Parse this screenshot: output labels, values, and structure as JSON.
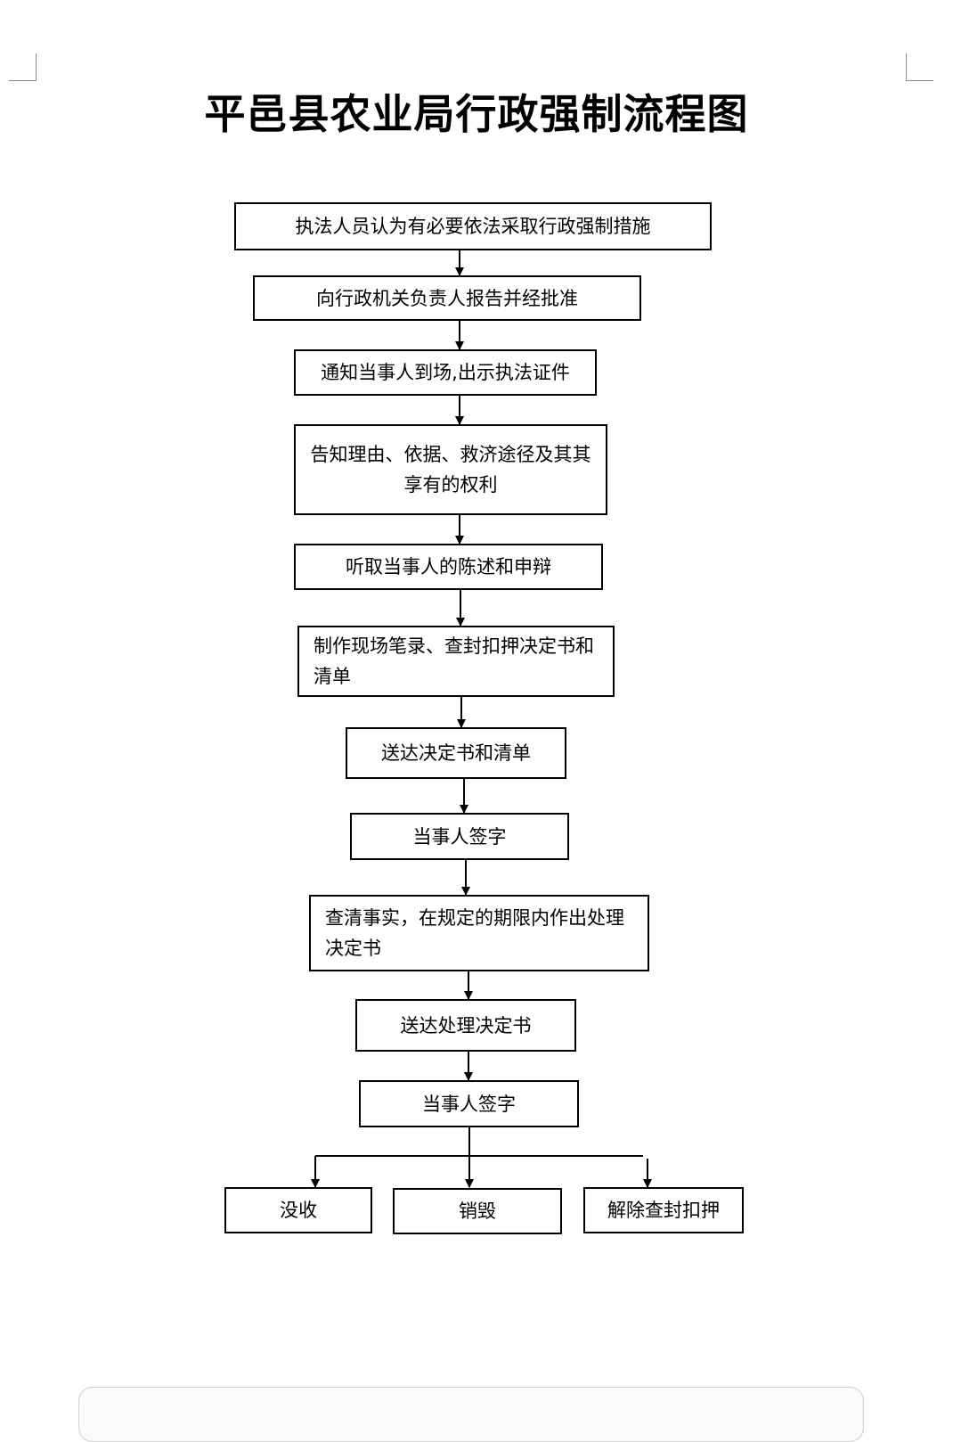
{
  "title": "平邑县农业局行政强制流程图",
  "steps": [
    "执法人员认为有必要依法采取行政强制措施",
    "向行政机关负责人报告并经批准",
    "通知当事人到场,出示执法证件",
    "告知理由、依据、救济途径及其其享有的权利",
    "听取当事人的陈述和申辩",
    "制作现场笔录、查封扣押决定书和清单",
    "送达决定书和清单",
    "当事人签字",
    "查清事实，在规定的期限内作出处理决定书",
    "送达处理决定书",
    "当事人签字"
  ],
  "outcomes": [
    "没收",
    "销毁",
    "解除查封扣押"
  ]
}
